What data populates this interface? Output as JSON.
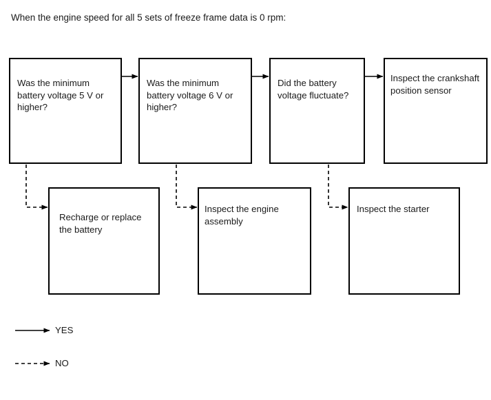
{
  "diagram": {
    "title": "When the engine speed for all 5 sets of freeze frame data is 0 rpm:",
    "nodes": [
      {
        "id": "n1",
        "type": "decision",
        "text": "Was the minimum battery voltage 5 V or higher?"
      },
      {
        "id": "n2",
        "type": "decision",
        "text": "Was the minimum battery voltage 6 V or higher?"
      },
      {
        "id": "n3",
        "type": "decision",
        "text": "Did the battery voltage fluctuate?"
      },
      {
        "id": "n4",
        "type": "result",
        "text": "Inspect the crankshaft position sensor"
      },
      {
        "id": "n5",
        "type": "result",
        "text": "Recharge or replace the battery"
      },
      {
        "id": "n6",
        "type": "result",
        "text": "Inspect the engine assembly"
      },
      {
        "id": "n7",
        "type": "result",
        "text": "Inspect the starter"
      }
    ],
    "edges": [
      {
        "from": "n1",
        "to": "n2",
        "kind": "yes",
        "style": "solid"
      },
      {
        "from": "n2",
        "to": "n3",
        "kind": "yes",
        "style": "solid"
      },
      {
        "from": "n3",
        "to": "n4",
        "kind": "yes",
        "style": "solid"
      },
      {
        "from": "n1",
        "to": "n5",
        "kind": "no",
        "style": "dashed"
      },
      {
        "from": "n2",
        "to": "n6",
        "kind": "no",
        "style": "dashed"
      },
      {
        "from": "n3",
        "to": "n7",
        "kind": "no",
        "style": "dashed"
      }
    ],
    "legend": [
      {
        "key": "yes",
        "label": "YES",
        "style": "solid"
      },
      {
        "key": "no",
        "label": "NO",
        "style": "dashed"
      }
    ],
    "colors": {
      "stroke": "#000000",
      "text": "#1a1a1a",
      "background": "#ffffff"
    }
  }
}
